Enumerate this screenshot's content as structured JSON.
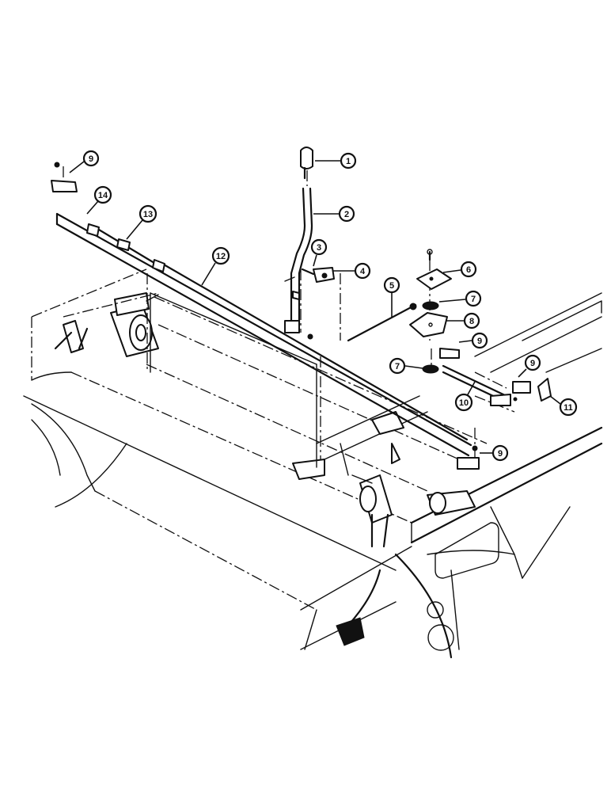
{
  "callouts": [
    {
      "id": "c1",
      "label": "1"
    },
    {
      "id": "c2",
      "label": "2"
    },
    {
      "id": "c3",
      "label": "3"
    },
    {
      "id": "c4",
      "label": "4"
    },
    {
      "id": "c5",
      "label": "5"
    },
    {
      "id": "c6",
      "label": "6"
    },
    {
      "id": "c7a",
      "label": "7"
    },
    {
      "id": "c8",
      "label": "8"
    },
    {
      "id": "c9a",
      "label": "9"
    },
    {
      "id": "c7b",
      "label": "7"
    },
    {
      "id": "c9b",
      "label": "9"
    },
    {
      "id": "c10",
      "label": "10"
    },
    {
      "id": "c11",
      "label": "11"
    },
    {
      "id": "c9c",
      "label": "9"
    },
    {
      "id": "c12",
      "label": "12"
    },
    {
      "id": "c13",
      "label": "13"
    },
    {
      "id": "c14",
      "label": "14"
    },
    {
      "id": "c9d",
      "label": "9"
    }
  ]
}
